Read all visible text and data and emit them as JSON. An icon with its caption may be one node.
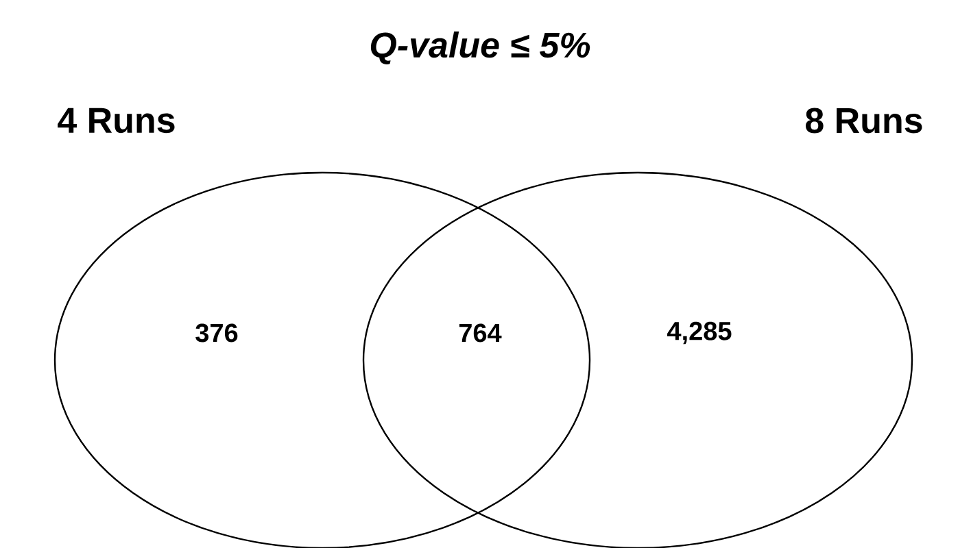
{
  "diagram": {
    "title": "Q-value ≤ 5%",
    "nodes": [
      {
        "text": [
          "4 Runs",
          "376"
        ]
      },
      {
        "text": [
          "8 Runs",
          "4,285"
        ]
      }
    ],
    "labels": [
      "764"
    ]
  }
}
